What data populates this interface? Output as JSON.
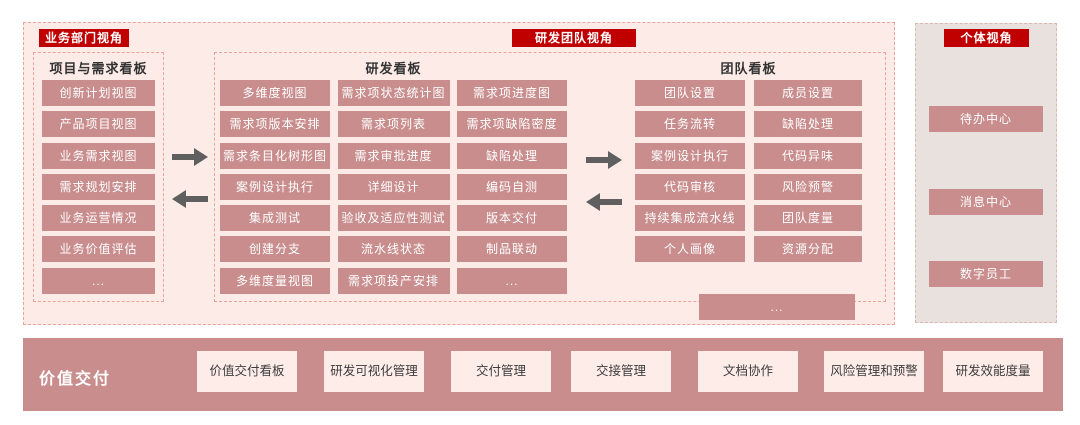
{
  "panels": {
    "business_view": {
      "label": "业务部门视角"
    },
    "rd_team_view": {
      "label": "研发团队视角"
    },
    "individual_view": {
      "label": "个体视角"
    }
  },
  "project_requirements_board": {
    "title": "项目与需求看板",
    "items": [
      "创新计划视图",
      "产品项目视图",
      "业务需求视图",
      "需求规划安排",
      "业务运营情况",
      "业务价值评估",
      "..."
    ]
  },
  "rd_board": {
    "title": "研发看板",
    "items": [
      "多维度视图",
      "需求项状态统计图",
      "需求项进度图",
      "需求项版本安排",
      "需求项列表",
      "需求项缺陷密度",
      "需求条目化树形图",
      "需求审批进度",
      "缺陷处理",
      "案例设计执行",
      "详细设计",
      "编码自测",
      "集成测试",
      "验收及适应性测试",
      "版本交付",
      "创建分支",
      "流水线状态",
      "制品联动",
      "多维度量视图",
      "需求项投产安排",
      "..."
    ]
  },
  "team_board": {
    "title": "团队看板",
    "items": [
      "团队设置",
      "成员设置",
      "任务流转",
      "缺陷处理",
      "案例设计执行",
      "代码异味",
      "代码审核",
      "风险预警",
      "持续集成流水线",
      "团队度量",
      "个人画像",
      "资源分配"
    ],
    "more": "..."
  },
  "individual_board": {
    "items": [
      "待办中心",
      "消息中心",
      "数字员工"
    ]
  },
  "value_delivery_bar": {
    "title": "价值交付",
    "items": [
      "价值交付看板",
      "研发可视化管理",
      "交付管理",
      "交接管理",
      "文档协作",
      "风险管理和预警",
      "研发效能度量"
    ]
  },
  "colors": {
    "chip": "#c98d8d",
    "panel_bg": "#fcebe6",
    "panel_border": "#eba39a",
    "individual_bg": "#e9e1dd",
    "individual_border": "#dcb8b0",
    "label_red": "#c00000",
    "bar_bg": "#c98d8d",
    "bar_chip_bg": "#fdece8",
    "arrow": "#5f5f5f"
  }
}
